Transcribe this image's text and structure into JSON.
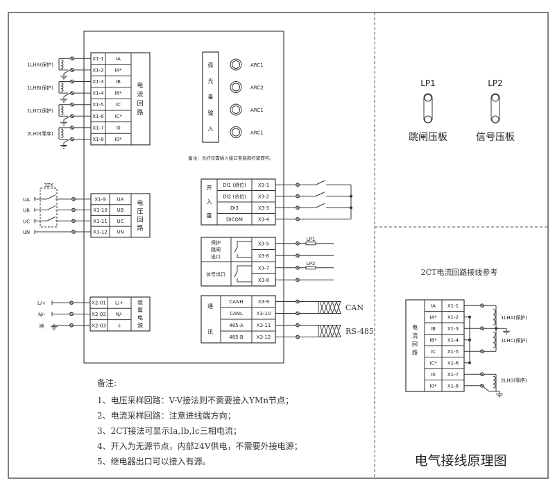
{
  "title": "电气接线原理图",
  "current_circuit": {
    "group_label": [
      "电",
      "流",
      "回",
      "路"
    ],
    "rows": [
      {
        "terminal": "X1-1",
        "signal": "IA"
      },
      {
        "terminal": "X1-2",
        "signal": "IA*"
      },
      {
        "terminal": "X1-3",
        "signal": "IB"
      },
      {
        "terminal": "X1-4",
        "signal": "IB*"
      },
      {
        "terminal": "X1-5",
        "signal": "IC"
      },
      {
        "terminal": "X1-6",
        "signal": "IC*"
      },
      {
        "terminal": "X1-7",
        "signal": "I0"
      },
      {
        "terminal": "X1-8",
        "signal": "I0*"
      }
    ],
    "ct_labels": [
      "1LHA(保护)",
      "1LHB(保护)",
      "1LHC(保护)",
      "2LH0(零序)"
    ]
  },
  "arc_input": {
    "group_label": [
      "弧",
      "光",
      "量",
      "输",
      "入"
    ],
    "ports": [
      "ARC1",
      "ARC2",
      "ARC1",
      "ARC1"
    ],
    "note": "备注：光纤仅需插入接口至底部拧紧即可。"
  },
  "voltage_circuit": {
    "group_label": [
      "电",
      "压",
      "回",
      "路"
    ],
    "switch_label": "3ZK",
    "inputs": [
      "UA",
      "UB",
      "UC",
      "UN"
    ],
    "rows": [
      {
        "terminal": "X1-9",
        "signal": "UA"
      },
      {
        "terminal": "X1-10",
        "signal": "UB"
      },
      {
        "terminal": "X1-11",
        "signal": "UC"
      },
      {
        "terminal": "X1-12",
        "signal": "UN"
      }
    ]
  },
  "binary_input": {
    "group_label": [
      "开",
      "入",
      "量"
    ],
    "rows": [
      {
        "signal": "DI1 (跳位)",
        "terminal": "X3-1"
      },
      {
        "signal": "DI2 (合位)",
        "terminal": "X3-2"
      },
      {
        "signal": "DI3",
        "terminal": "X3-3"
      },
      {
        "signal": "DICOM",
        "terminal": "X3-4"
      }
    ]
  },
  "relay_output": {
    "trip_label": [
      "保护",
      "跳闸",
      "出口"
    ],
    "signal_label": "信号出口",
    "terminals": [
      "X3-5",
      "X3-6",
      "X3-7",
      "X3-8"
    ],
    "plates": [
      "LP1",
      "LP2"
    ]
  },
  "power_supply": {
    "group_label": [
      "装",
      "置",
      "电",
      "源"
    ],
    "inputs": [
      "L/+",
      "N/-",
      "地"
    ],
    "rows": [
      {
        "terminal": "X2-01",
        "signal": "L/+"
      },
      {
        "terminal": "X2-02",
        "signal": "N/-"
      },
      {
        "terminal": "X2-03",
        "signal": "⏚"
      }
    ]
  },
  "communication": {
    "group_label": [
      "通",
      "讯"
    ],
    "rows": [
      {
        "signal": "CANH",
        "terminal": "X3-9"
      },
      {
        "signal": "CANL",
        "terminal": "X3-10"
      },
      {
        "signal": "485-A",
        "terminal": "X3-11"
      },
      {
        "signal": "485-B",
        "terminal": "X3-12"
      }
    ],
    "bus_labels": [
      "CAN",
      "RS-485"
    ]
  },
  "notes": {
    "heading": "备注:",
    "items": [
      "1、电压采样回路：V-V接法则不需要接入YMn节点；",
      "2、电流采样回路：注意进线端方向；",
      "3、2CT接法可显示Ia,Ib,Ic三相电流；",
      "4、开入为无源节点，内部24V供电，不需要外接电源；",
      "5、继电器出口可以接入有源。"
    ]
  },
  "pressure_plates": [
    {
      "name": "LP1",
      "label": "跳闸压板"
    },
    {
      "name": "LP2",
      "label": "信号压板"
    }
  ],
  "ct2_reference": {
    "title": "2CT电流回路接线参考",
    "group_label": [
      "电",
      "流",
      "回",
      "路"
    ],
    "rows": [
      {
        "signal": "IA",
        "terminal": "X1-1"
      },
      {
        "signal": "IA*",
        "terminal": "X1-2"
      },
      {
        "signal": "IB",
        "terminal": "X1-3"
      },
      {
        "signal": "IB*",
        "terminal": "X1-4"
      },
      {
        "signal": "IC",
        "terminal": "X1-5"
      },
      {
        "signal": "IC*",
        "terminal": "X1-6"
      },
      {
        "signal": "I0",
        "terminal": "X1-7"
      },
      {
        "signal": "I0*",
        "terminal": "X1-8"
      }
    ],
    "ct_labels": [
      "1LHA(保护)",
      "1LHC(保护)",
      "2LH0(零序)"
    ]
  }
}
